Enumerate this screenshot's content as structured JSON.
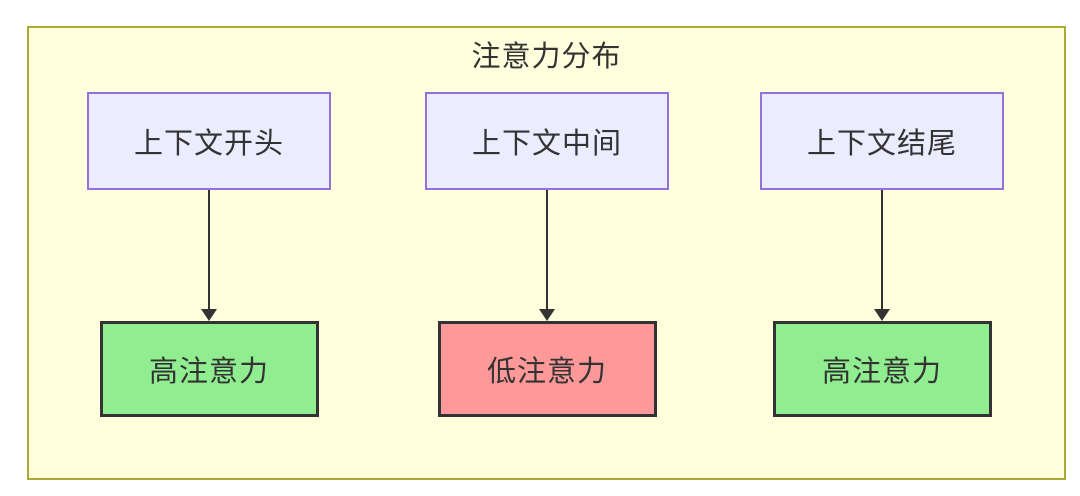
{
  "diagram": {
    "type": "flowchart",
    "title": "注意力分布",
    "colors": {
      "container_fill": "#ffffde",
      "container_border": "#aaaa33",
      "context_node_fill": "#ececff",
      "context_node_border": "#9370db",
      "high_attention_fill": "#90ee90",
      "low_attention_fill": "#ff9999",
      "attention_node_border": "#333333",
      "arrow": "#333333",
      "text": "#333333"
    },
    "columns": [
      {
        "context": "上下文开头",
        "attention": "高注意力",
        "attention_level": "high"
      },
      {
        "context": "上下文中间",
        "attention": "低注意力",
        "attention_level": "low"
      },
      {
        "context": "上下文结尾",
        "attention": "高注意力",
        "attention_level": "high"
      }
    ]
  }
}
